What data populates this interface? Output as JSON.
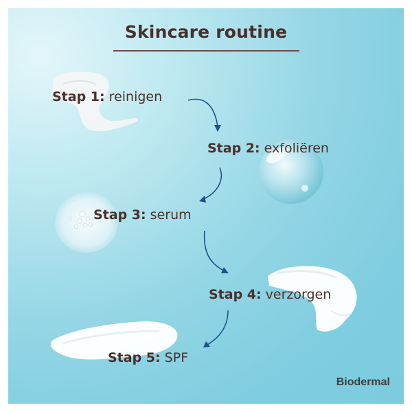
{
  "title": "Skincare routine",
  "steps": [
    {
      "number": "Stap 1:",
      "label": "reinigen"
    },
    {
      "number": "Stap 2:",
      "label": "exfoliëren"
    },
    {
      "number": "Stap 3:",
      "label": "serum"
    },
    {
      "number": "Stap 4:",
      "label": "verzorgen"
    },
    {
      "number": "Stap 5:",
      "label": "SPF"
    }
  ],
  "brand": "Biodermal",
  "colors": {
    "text": "#4a2f2a",
    "arrow": "#1f4f8a",
    "background": "#7fcde0"
  }
}
